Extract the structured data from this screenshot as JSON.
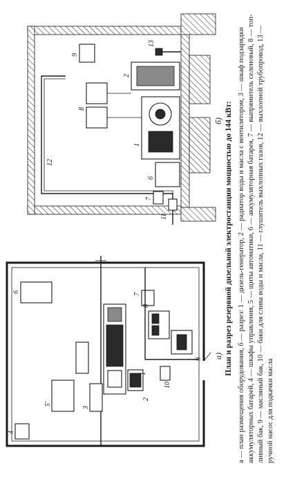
{
  "caption": {
    "title": "План и разрез резервной дизельной электростанции мощностью до 144 кВт:",
    "lines": [
      "а — план размещения оборудования, б — разрез: 1 — дизель-генератор, 2 — радиатор воды и масла с вентилятором, 3 — шкаф подзарядки",
      "аккумуляторных батарей, 4 — шкафы управления, 5 — щиты автоматики, 6 — аккумуляторная батарея, 7 — выпрямитель селеновый, 8 — топ-",
      "ливный бак, 9 — масляный бак, 10 — баки для слива воды и масла, 11 — глушитель выхлопных газов, 12 — выхлопной трубопровод, 13 —",
      "ручной насос для подкачки масла"
    ]
  },
  "figure_labels": {
    "plan": "а)",
    "section": "б)"
  },
  "plan_callouts": {
    "c1": "1",
    "c2": "2",
    "c3": "3",
    "c4": "4",
    "c5": "5'",
    "c6": "6",
    "c7": "7",
    "c8": "8",
    "c9": "9",
    "c10": "10"
  },
  "section_callouts": {
    "c1": "1",
    "c2": "2",
    "c6": "6",
    "c7": "7",
    "c8": "8",
    "c9": "9",
    "c11": "11",
    "c12": "12",
    "c13": "13"
  }
}
